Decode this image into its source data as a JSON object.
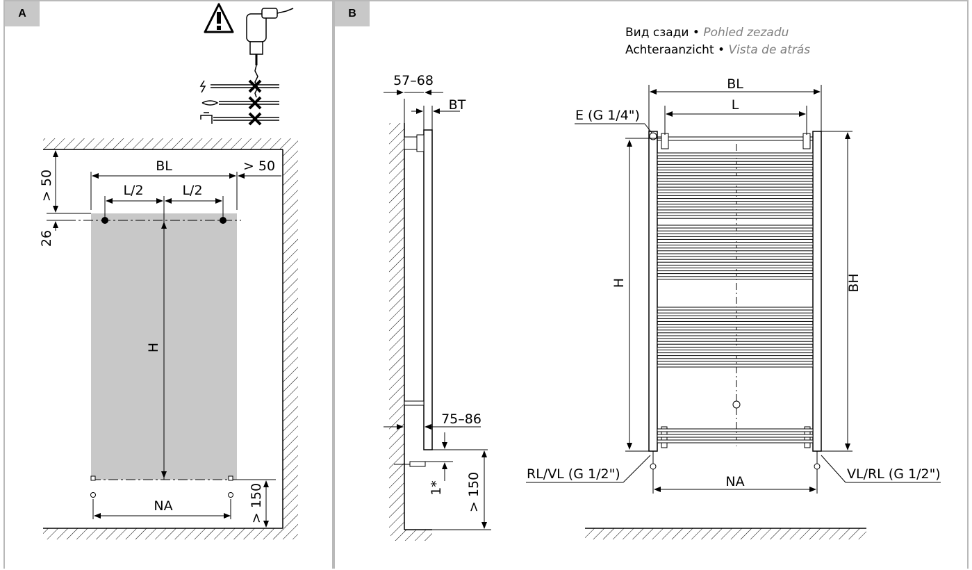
{
  "panel_a": {
    "label": "A",
    "dims": {
      "bl": "BL",
      "gap_side": "> 50",
      "gap_top": "> 50",
      "half_left": "L/2",
      "half_right": "L/2",
      "offset_26": "26",
      "height": "H",
      "na": "NA",
      "floor_gap": "> 150"
    }
  },
  "panel_b": {
    "label": "B",
    "caption": {
      "line1_a": "Вид сзади • ",
      "line1_b": "Pohled zezadu",
      "line2_a": "Achteraanzicht • ",
      "line2_b": "Vista de atrás"
    },
    "side_dims": {
      "top_offset": "57–68",
      "depth": "BT",
      "bottom_offset": "75–86",
      "one_star": "1*",
      "floor_gap": "> 150"
    },
    "rear_dims": {
      "bl": "BL",
      "l": "L",
      "vent": "E (G 1/4\")",
      "h": "H",
      "bh": "BH",
      "na": "NA",
      "left_conn": "RL/VL (G 1/2\")",
      "right_conn": "VL/RL (G 1/2\")"
    }
  },
  "colors": {
    "wall_fill": "#c8c8c8",
    "border": "#b9b9b9",
    "ink": "#000000",
    "caption_italic": "#808080"
  }
}
